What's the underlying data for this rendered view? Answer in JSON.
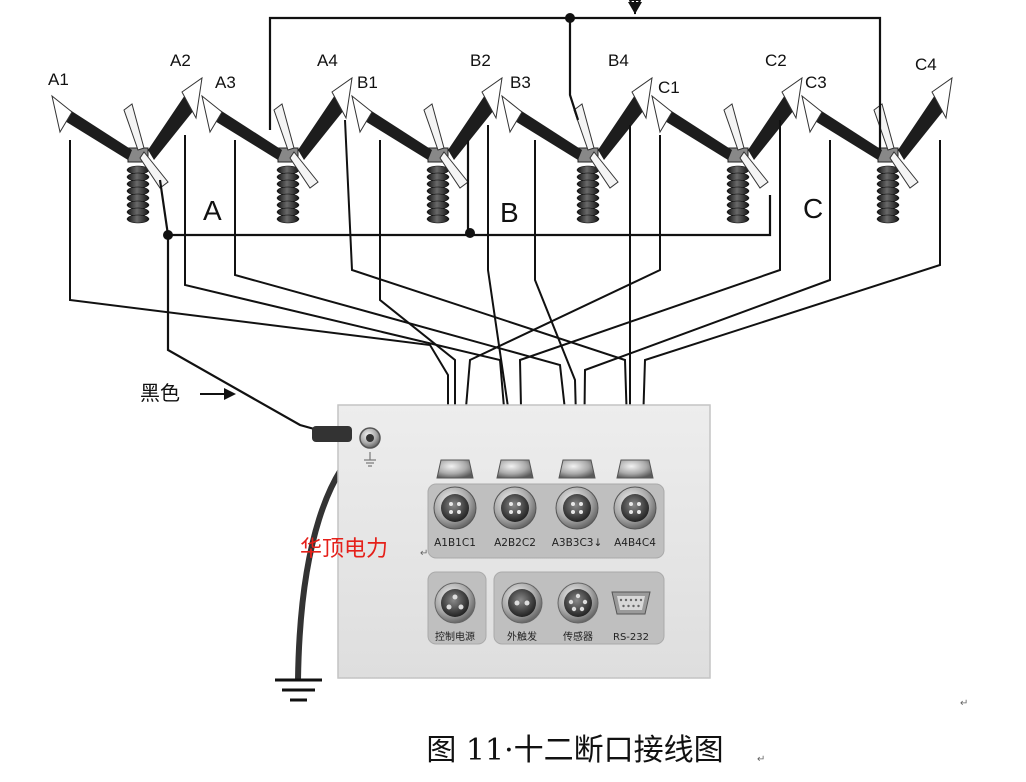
{
  "breakers": [
    {
      "id": "A",
      "phase_label": "A",
      "clips": [
        "A1",
        "A2",
        "A3",
        "A4"
      ]
    },
    {
      "id": "B",
      "phase_label": "B",
      "clips": [
        "B1",
        "B2",
        "B3",
        "B4"
      ]
    },
    {
      "id": "C",
      "phase_label": "C",
      "clips": [
        "C1",
        "C2",
        "C3",
        "C4"
      ]
    }
  ],
  "black_lead_label": "黑色",
  "device": {
    "ports": [
      "A1B1C1",
      "A2B2C2",
      "A3B3C3↓",
      "A4B4C4"
    ],
    "control_power_label": "控制电源",
    "external_trigger_label": "外触发",
    "sensor_label": "传感器",
    "rs232_label": "RS-232"
  },
  "brand_text": "华顶电力",
  "caption": "图 11·十二断口接线图",
  "marks": {
    "return": "↵"
  }
}
